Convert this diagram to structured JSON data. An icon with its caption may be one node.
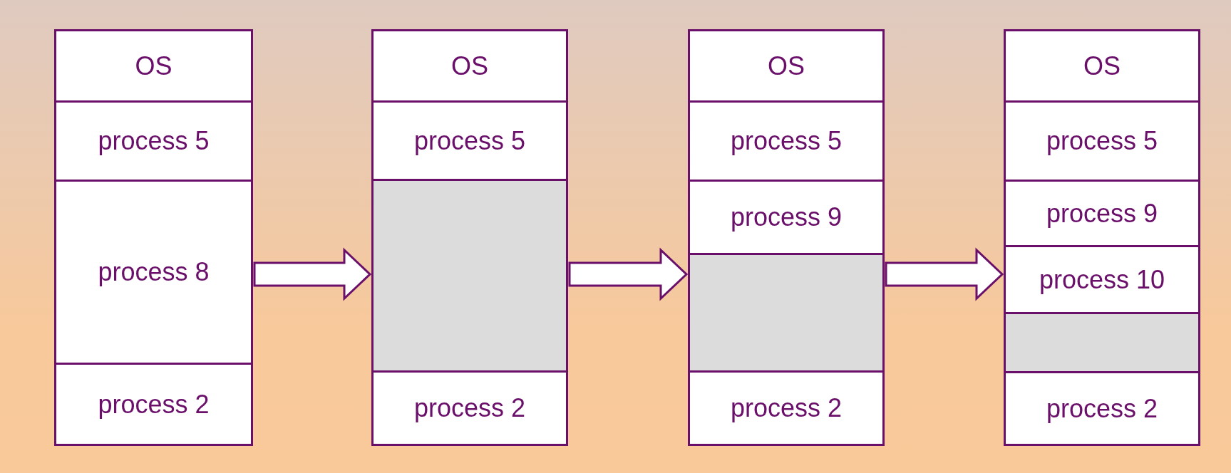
{
  "diagram": {
    "nodes": [
      {
        "text": [],
        "shape": "box"
      },
      {
        "text": [
          "OS"
        ],
        "in": 0
      },
      {
        "text": [
          "process 5"
        ],
        "in": 0
      },
      {
        "text": [
          "process 8"
        ],
        "in": 0
      },
      {
        "text": [
          "process 2"
        ],
        "in": 0
      },
      {
        "text": [],
        "shape": "box"
      },
      {
        "text": [
          "OS"
        ],
        "in": 5
      },
      {
        "text": [
          "process 5"
        ],
        "in": 5
      },
      {
        "text": [],
        "shape": "box",
        "in": 5
      },
      {
        "text": [
          "process 2"
        ],
        "in": 5
      },
      {
        "text": [],
        "shape": "box"
      },
      {
        "text": [
          "OS"
        ],
        "in": 10
      },
      {
        "text": [
          "process 5"
        ],
        "in": 10
      },
      {
        "text": [
          "process 9"
        ],
        "in": 10
      },
      {
        "text": [],
        "shape": "box",
        "in": 10
      },
      {
        "text": [
          "process 2"
        ],
        "in": 10
      },
      {
        "text": [],
        "shape": "box"
      },
      {
        "text": [
          "OS"
        ],
        "in": 16
      },
      {
        "text": [
          "process 5"
        ],
        "in": 16
      },
      {
        "text": [
          "process 9"
        ],
        "in": 16
      },
      {
        "text": [
          "process 10"
        ],
        "in": 16
      },
      {
        "text": [],
        "shape": "box",
        "in": 16
      },
      {
        "text": [
          "process 2"
        ],
        "in": 16
      }
    ],
    "edges": [
      {
        "from": 0,
        "to": 5,
        "arrow": "to"
      },
      {
        "from": 5,
        "to": 10,
        "arrow": "to"
      },
      {
        "from": 10,
        "to": 16,
        "arrow": "to"
      }
    ]
  }
}
